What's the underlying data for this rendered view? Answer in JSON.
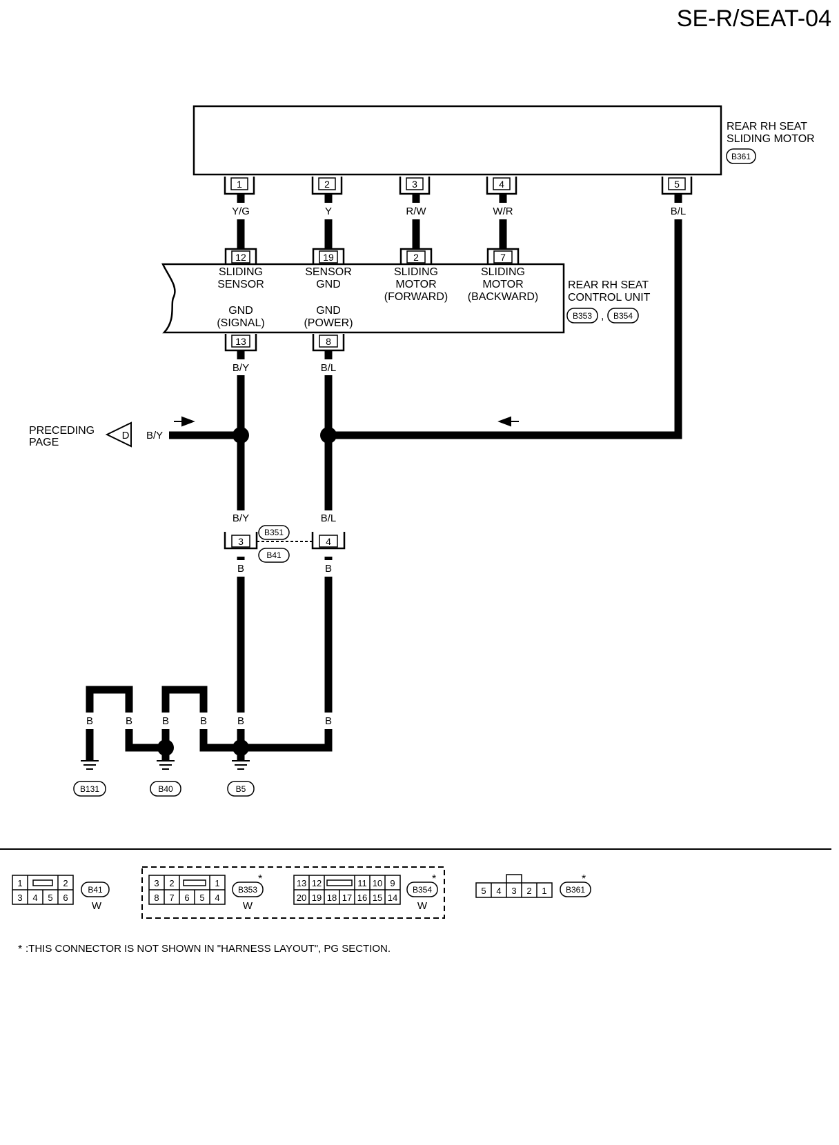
{
  "page_code": "SE-R/SEAT-04",
  "motor": {
    "name_line1": "REAR RH SEAT",
    "name_line2": "SLIDING MOTOR",
    "connector": "B361",
    "pins": [
      "1",
      "2",
      "3",
      "4",
      "5"
    ],
    "wire_colors": [
      "Y/G",
      "Y",
      "R/W",
      "W/R",
      "B/L"
    ]
  },
  "control_unit": {
    "name_line1": "REAR RH SEAT",
    "name_line2": "CONTROL UNIT",
    "connector_a": "B353",
    "connector_sep": ",",
    "connector_b": "B354",
    "top_pins": [
      "12",
      "19",
      "2",
      "7"
    ],
    "top_labels": [
      [
        "SLIDING",
        "SENSOR"
      ],
      [
        "SENSOR",
        "GND"
      ],
      [
        "SLIDING",
        "MOTOR",
        "(FORWARD)"
      ],
      [
        "SLIDING",
        "MOTOR",
        "(BACKWARD)"
      ]
    ],
    "bottom_pins": [
      "13",
      "8"
    ],
    "bottom_labels": [
      [
        "GND",
        "(SIGNAL)"
      ],
      [
        "GND",
        "(POWER)"
      ]
    ],
    "bottom_wire_colors": [
      "B/Y",
      "B/L"
    ]
  },
  "preceding": {
    "line1": "PRECEDING",
    "line2": "PAGE",
    "marker": "D",
    "wire_color": "B/Y"
  },
  "joint_connector": {
    "upper_id": "B351",
    "lower_id": "B41",
    "pins": [
      "3",
      "4"
    ],
    "upper_wire_colors": [
      "B/Y",
      "B/L"
    ],
    "lower_wire_colors": [
      "B",
      "B"
    ]
  },
  "ground_wire_colors": [
    "B",
    "B",
    "B",
    "B",
    "B",
    "B"
  ],
  "grounds": [
    "B131",
    "B40",
    "B5"
  ],
  "connector_views": [
    {
      "id": "B41",
      "color": "W",
      "row1": [
        "1",
        "",
        "2"
      ],
      "row2": [
        "3",
        "4",
        "5",
        "6"
      ]
    },
    {
      "id": "B353",
      "color": "W",
      "row1": [
        "3",
        "2",
        "",
        "1"
      ],
      "row2": [
        "8",
        "7",
        "6",
        "5",
        "4"
      ]
    },
    {
      "id": "B354",
      "color": "W",
      "row1": [
        "13",
        "12",
        "",
        "11",
        "10",
        "9"
      ],
      "row2": [
        "20",
        "19",
        "18",
        "17",
        "16",
        "15",
        "14"
      ]
    },
    {
      "id": "B361",
      "color": "",
      "row1": [
        "5",
        "4",
        "3",
        "2",
        "1"
      ]
    }
  ],
  "asterisk": "*",
  "footnote_mark": "*",
  "footnote": ":THIS CONNECTOR IS NOT SHOWN IN \"HARNESS LAYOUT\", PG SECTION."
}
